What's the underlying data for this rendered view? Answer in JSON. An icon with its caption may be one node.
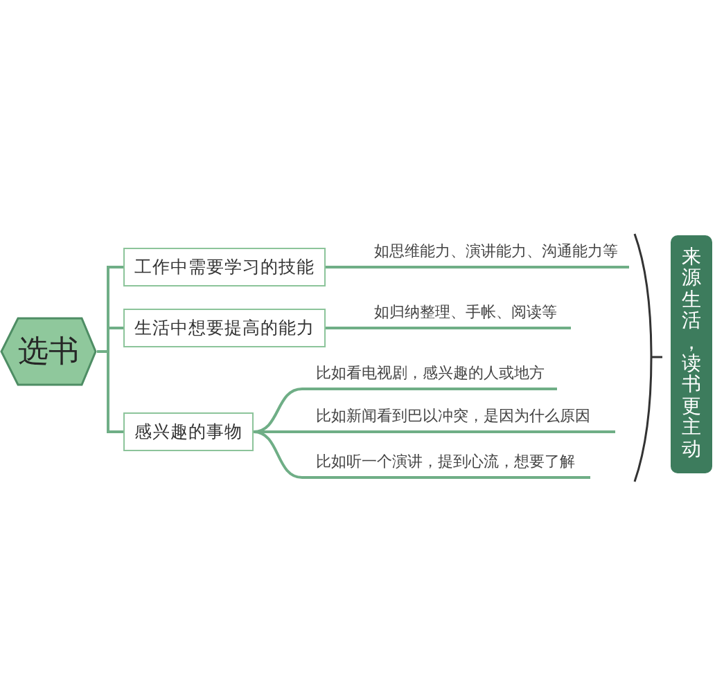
{
  "diagram": {
    "nodes": [
      {
        "text": [
          "选书"
        ]
      },
      {
        "text": [
          "工作中需要学习的技能"
        ]
      },
      {
        "text": [
          "生活中想要提高的能力"
        ]
      },
      {
        "text": [
          "感兴趣的事物"
        ]
      },
      {
        "text": [
          "如思维能力、演讲能力、沟通能力等"
        ]
      },
      {
        "text": [
          "如归纳整理、手帐、阅读等"
        ]
      },
      {
        "text": [
          "比如看电视剧，感兴趣的人或地方"
        ]
      },
      {
        "text": [
          "比如新闻看到巴以冲突，是因为什么原因"
        ]
      },
      {
        "text": [
          "比如听一个演讲，提到心流，想要了解"
        ]
      },
      {
        "text": [
          "来源生活，读书更主动"
        ]
      }
    ],
    "edges": [
      {
        "from": 0,
        "to": 1,
        "arrow": "none"
      },
      {
        "from": 0,
        "to": 2,
        "arrow": "none"
      },
      {
        "from": 0,
        "to": 3,
        "arrow": "none"
      },
      {
        "from": 1,
        "to": 4,
        "arrow": "none"
      },
      {
        "from": 2,
        "to": 5,
        "arrow": "none"
      },
      {
        "from": 3,
        "to": 6,
        "arrow": "none"
      },
      {
        "from": 3,
        "to": 7,
        "arrow": "none"
      },
      {
        "from": 3,
        "to": 8,
        "arrow": "none"
      }
    ]
  }
}
